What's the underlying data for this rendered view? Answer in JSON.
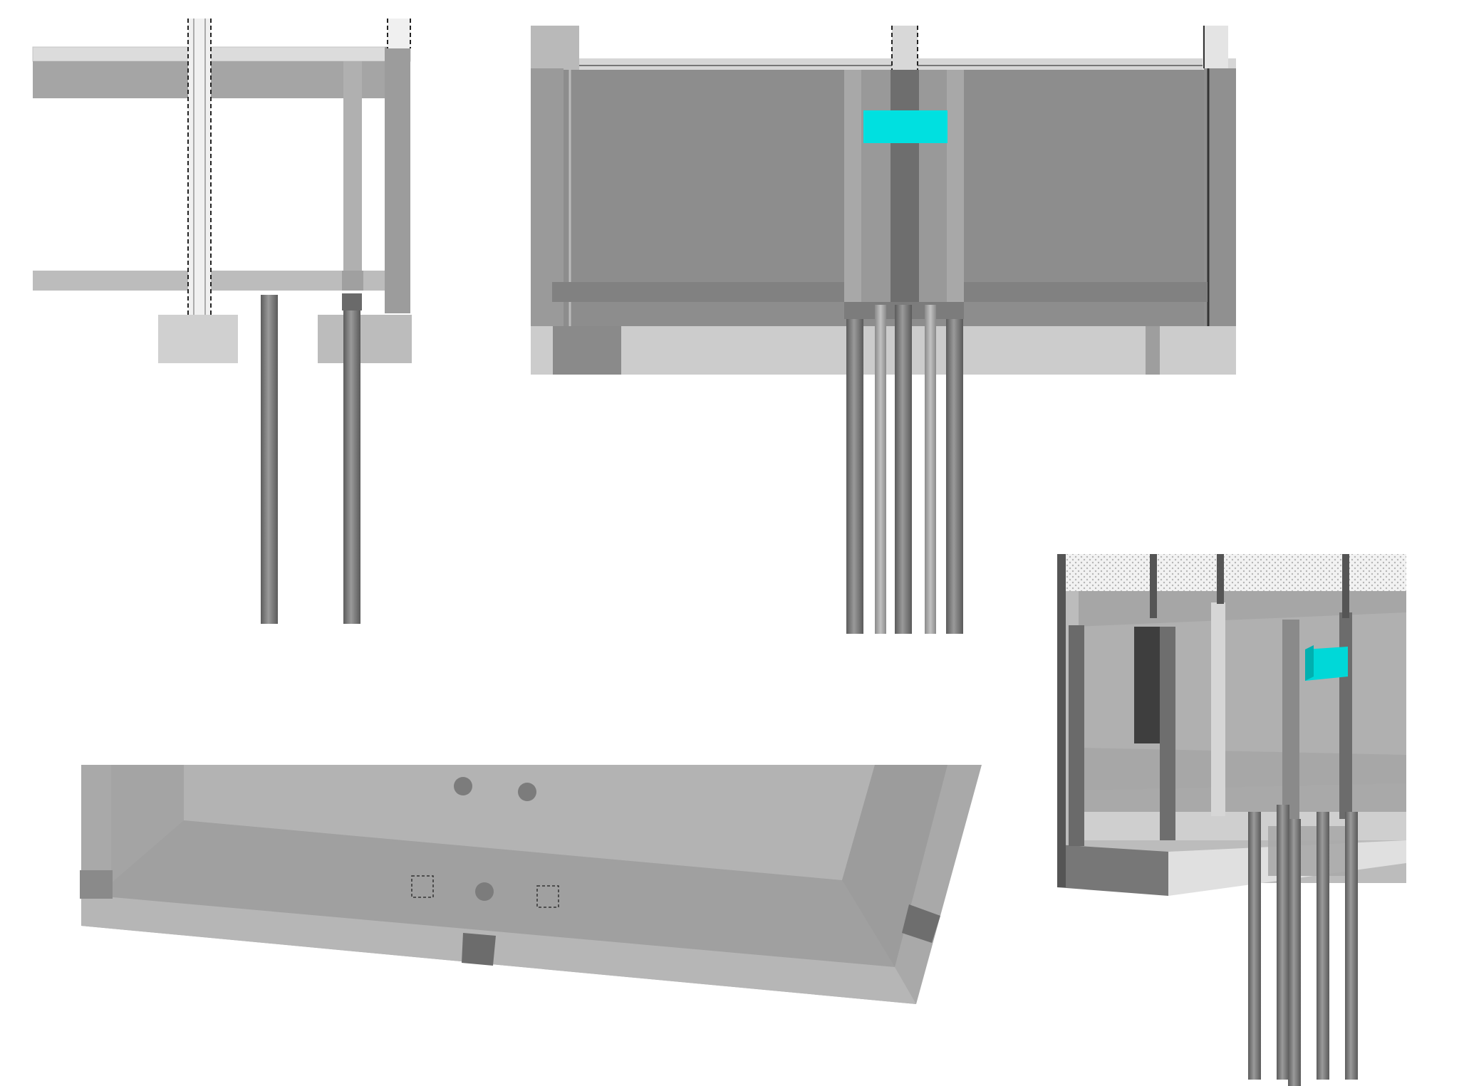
{
  "views": [
    {
      "id": "side-elevation",
      "kind": "elevation"
    },
    {
      "id": "front-elevation",
      "kind": "elevation"
    },
    {
      "id": "plan-perspective",
      "kind": "perspective"
    },
    {
      "id": "isometric",
      "kind": "perspective"
    }
  ],
  "colors": {
    "background": "#ffffff",
    "concrete_dark": "#8f8f8f",
    "concrete_mid": "#a6a6a6",
    "concrete_light": "#cccccc",
    "pile": "#6e6e6e",
    "highlight": "#00e0e0",
    "dashed": "#222222"
  },
  "highlight_element": {
    "name": "cyan-equipment-block",
    "color": "#00e0e0"
  }
}
